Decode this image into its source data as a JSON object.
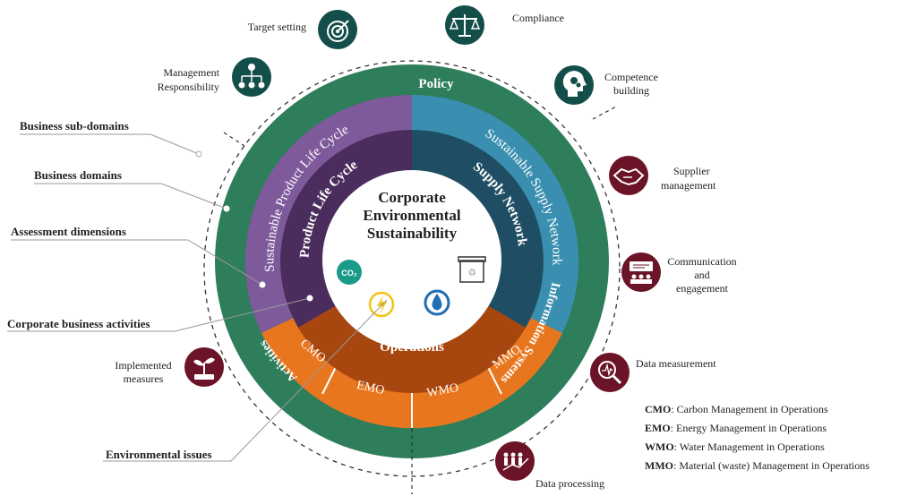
{
  "center": {
    "line1": "Corporate",
    "line2": "Environmental",
    "line3": "Sustainability"
  },
  "rings": {
    "outer": {
      "policy": "Policy",
      "information_systems": "Information Systems",
      "activities": "Activities"
    },
    "middle": {
      "sustainable_product_life_cycle": "Sustainable Product Life Cycle",
      "sustainable_supply_network": "Sustainable Supply Network",
      "operations_segments": [
        "CMO",
        "EMO",
        "WMO",
        "MMO"
      ]
    },
    "inner": {
      "product_life_cycle": "Product Life Cycle",
      "supply_network": "Supply Network",
      "operations": "Operations"
    }
  },
  "side_labels": {
    "business_sub_domains": "Business sub-domains",
    "business_domains": "Business domains",
    "assessment_dimensions": "Assessment dimensions",
    "corporate_business_activities": "Corporate business activities",
    "environmental_issues": "Environmental issues"
  },
  "outer_icons": {
    "target_setting": "Target setting",
    "compliance": "Compliance",
    "management_responsibility_1": "Management",
    "management_responsibility_2": "Responsibility",
    "competence_building_1": "Competence",
    "competence_building_2": "building",
    "supplier_management_1": "Supplier",
    "supplier_management_2": "management",
    "communication_1": "Communication",
    "communication_2": "and",
    "communication_3": "engagement",
    "data_measurement": "Data measurement",
    "implemented_measures_1": "Implemented",
    "implemented_measures_2": "measures",
    "data_processing": "Data processing"
  },
  "legend": [
    {
      "abbr": "CMO",
      "text": ": Carbon Management in Operations"
    },
    {
      "abbr": "EMO",
      "text": ": Energy Management in Operations"
    },
    {
      "abbr": "WMO",
      "text": ": Water Management in Operations"
    },
    {
      "abbr": "MMO",
      "text": ": Material (waste) Management in Operations"
    }
  ],
  "colors": {
    "outer_green": "#2e7d5b",
    "purple_light": "#7e5a9b",
    "purple_dark": "#4a2d5c",
    "blue_light": "#3a8fb0",
    "blue_dark": "#1f4d63",
    "orange_light": "#e8761e",
    "orange_dark": "#a8460f",
    "icon_teal": "#134e4a",
    "icon_maroon": "#6b1428"
  },
  "center_icons": [
    "co2-icon",
    "energy-icon",
    "water-icon",
    "waste-icon"
  ]
}
